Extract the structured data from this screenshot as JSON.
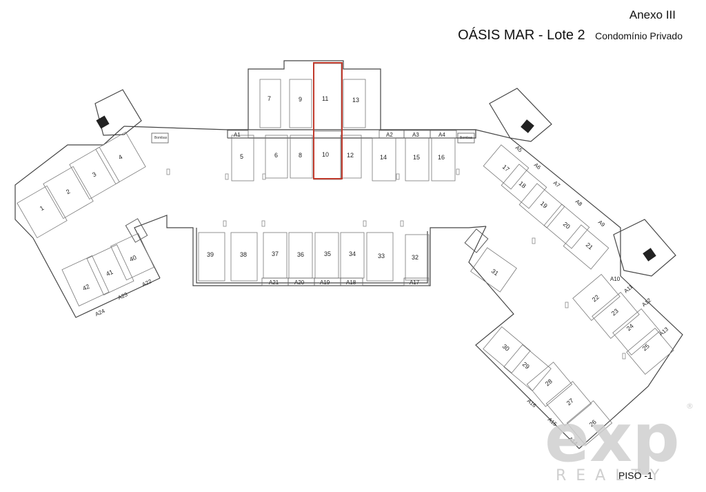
{
  "header": {
    "annex": "Anexo III",
    "project": "OÁSIS MAR - Lote 2",
    "subtitle": "Condomínio Privado"
  },
  "floor_label": "PISO -1",
  "pump_label": "Bombas",
  "highlight_color": "#c0392b",
  "watermark": {
    "logo_text": "exp",
    "brand_text": "REALTY",
    "registered": "®",
    "color": "#cfcfcf"
  },
  "parking_spaces": [
    "1",
    "2",
    "3",
    "4",
    "5",
    "6",
    "7",
    "8",
    "9",
    "10",
    "11",
    "12",
    "13",
    "14",
    "15",
    "16",
    "17",
    "18",
    "19",
    "20",
    "21",
    "22",
    "23",
    "24",
    "25",
    "26",
    "27",
    "28",
    "29",
    "30",
    "31",
    "32",
    "33",
    "34",
    "35",
    "36",
    "37",
    "38",
    "39",
    "40",
    "41",
    "42"
  ],
  "annex_spaces": [
    "A1",
    "A2",
    "A3",
    "A4",
    "A5",
    "A6",
    "A7",
    "A8",
    "A9",
    "A10",
    "A11",
    "A12",
    "A13",
    "A14",
    "A15",
    "A16",
    "A17",
    "A18",
    "A19",
    "A20",
    "A21",
    "A22",
    "A23",
    "A24"
  ],
  "highlighted": [
    "10",
    "11"
  ]
}
